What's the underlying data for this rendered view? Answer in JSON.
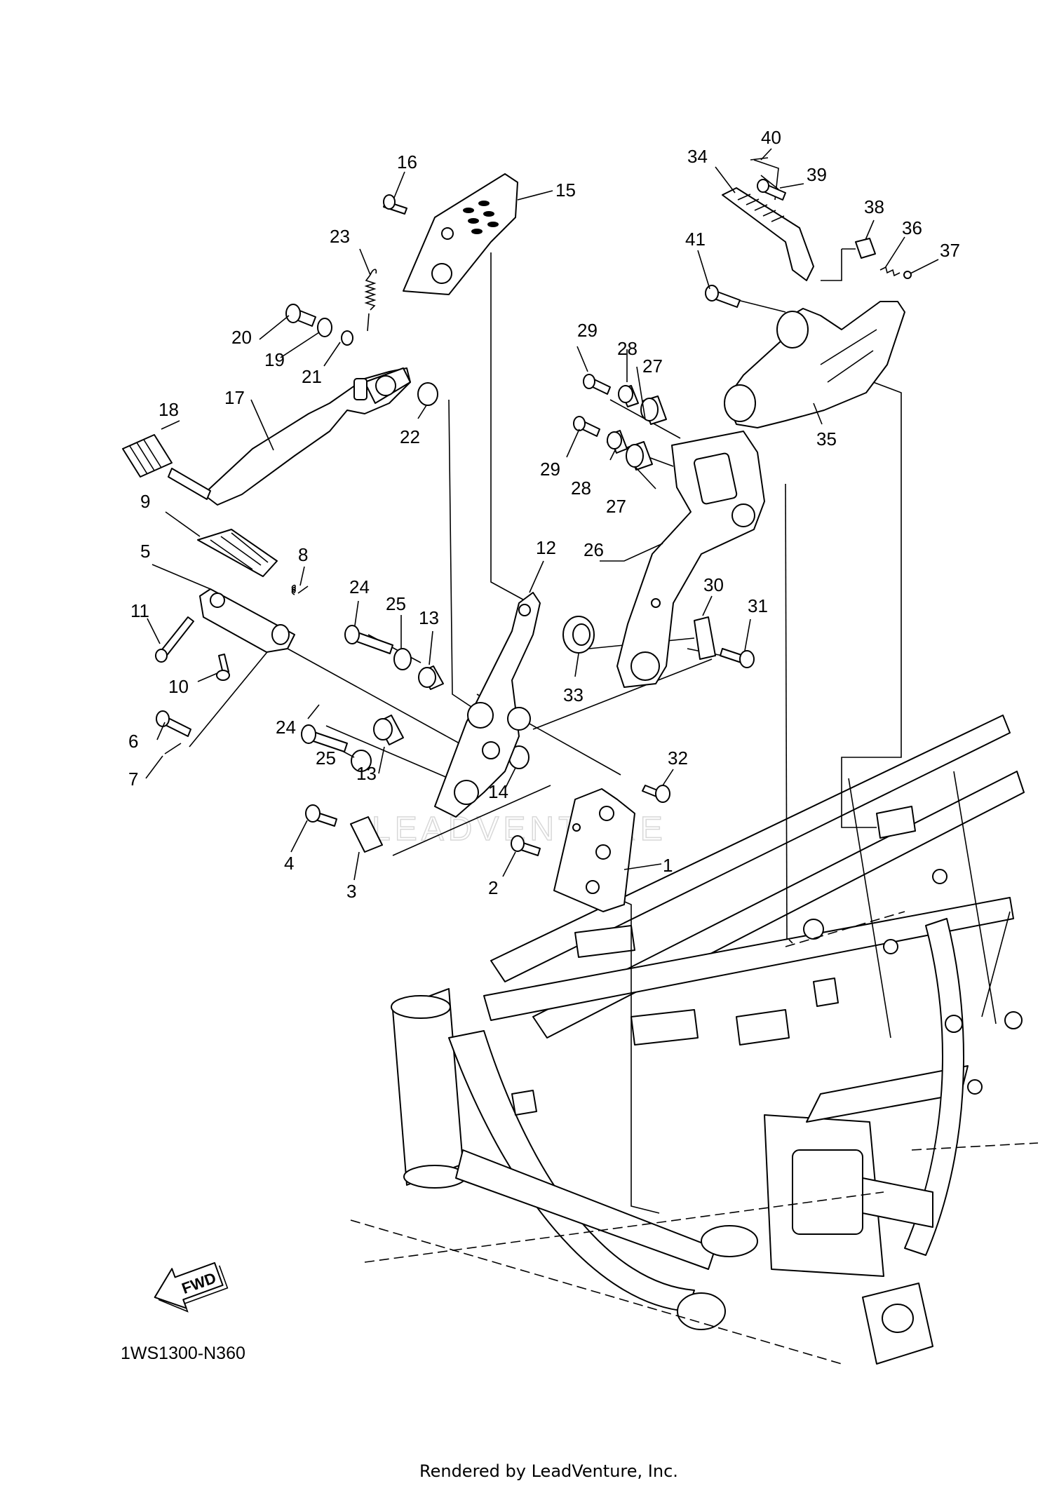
{
  "diagram_code": "1WS1300-N360",
  "footer": "Rendered by LeadVenture, Inc.",
  "watermark": "LEADVENTURE",
  "fwd_label": "FWD",
  "callouts": [
    "1",
    "2",
    "3",
    "4",
    "5",
    "6",
    "7",
    "8",
    "9",
    "10",
    "11",
    "12",
    "13",
    "13",
    "14",
    "15",
    "16",
    "17",
    "18",
    "19",
    "20",
    "21",
    "22",
    "23",
    "24",
    "24",
    "25",
    "25",
    "26",
    "27",
    "27",
    "28",
    "28",
    "29",
    "29",
    "30",
    "31",
    "32",
    "33",
    "34",
    "35",
    "36",
    "37",
    "38",
    "39",
    "40",
    "41"
  ]
}
